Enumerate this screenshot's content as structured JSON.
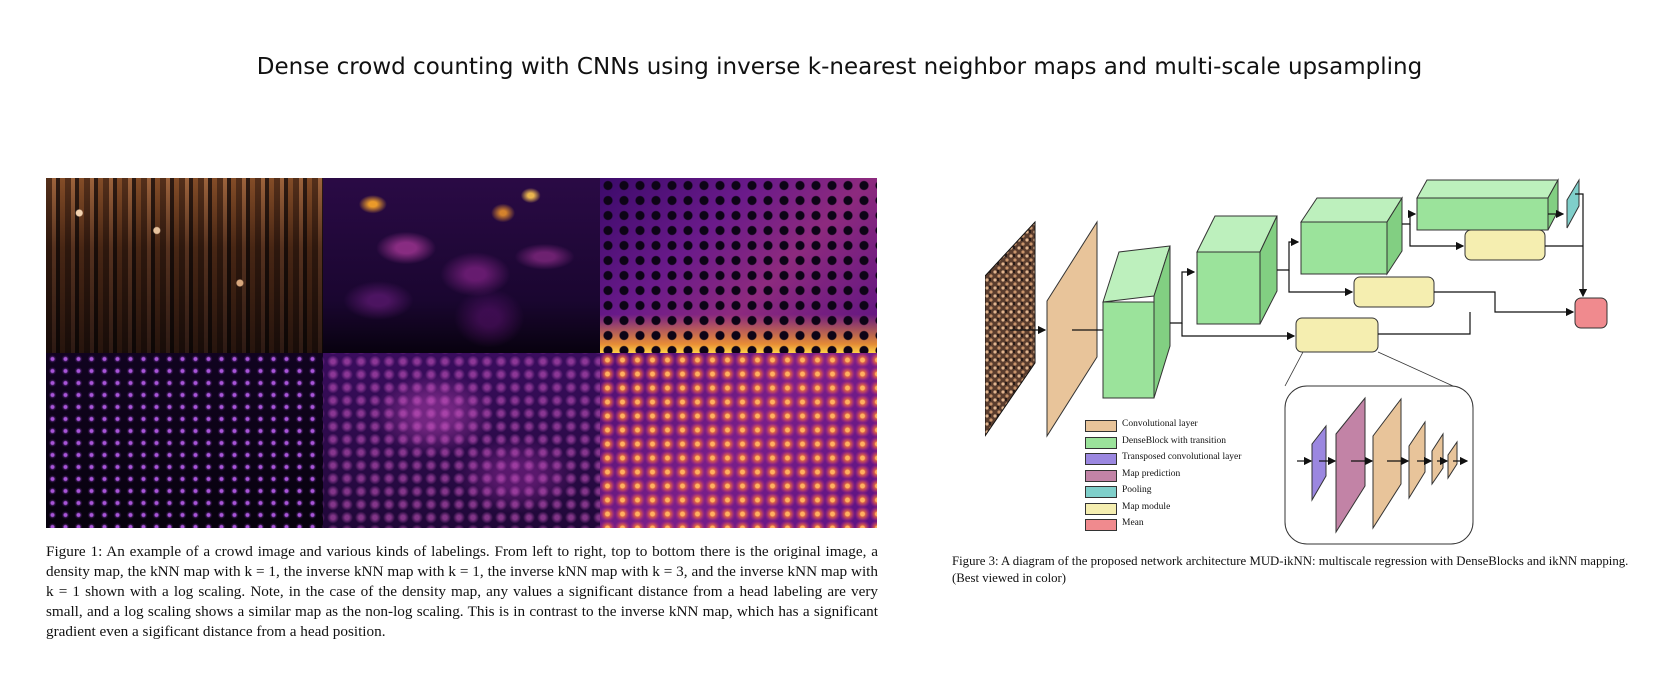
{
  "page": {
    "title": "Dense crowd counting with CNNs using inverse k-nearest neighbor maps and multi-scale upsampling"
  },
  "figure1": {
    "panels": [
      {
        "name": "original-image"
      },
      {
        "name": "density-map"
      },
      {
        "name": "knn-map-k1"
      },
      {
        "name": "inverse-knn-map-k1"
      },
      {
        "name": "inverse-knn-map-k3"
      },
      {
        "name": "inverse-knn-map-k1-log"
      }
    ],
    "caption": "Figure 1: An example of a crowd image and various kinds of labelings. From left to right, top to bottom there is the original image, a density map, the kNN map with k = 1, the inverse kNN map with k = 1, the inverse kNN map with k = 3, and the inverse kNN map with k = 1 shown with a log scaling. Note, in the case of the density map, any values a significant distance from a head labeling are very small, and a log scaling shows a similar map as the non-log scaling. This is in contrast to the inverse kNN map, which has a significant gradient even a sigificant distance from a head position."
  },
  "figure3": {
    "legend": [
      {
        "label": "Convolutional layer",
        "color": "#e8c49a"
      },
      {
        "label": "DenseBlock with transition",
        "color": "#9be39b"
      },
      {
        "label": "Transposed convolutional layer",
        "color": "#9b87e0"
      },
      {
        "label": "Map prediction",
        "color": "#c283a6"
      },
      {
        "label": "Pooling",
        "color": "#7fcfca"
      },
      {
        "label": "Map module",
        "color": "#f5eeb0"
      },
      {
        "label": "Mean",
        "color": "#f08a8e"
      }
    ],
    "caption": "Figure 3: A diagram of the proposed network architecture MUD-ikNN: multiscale regression with DenseBlocks and ikNN mapping. (Best viewed in color)"
  }
}
